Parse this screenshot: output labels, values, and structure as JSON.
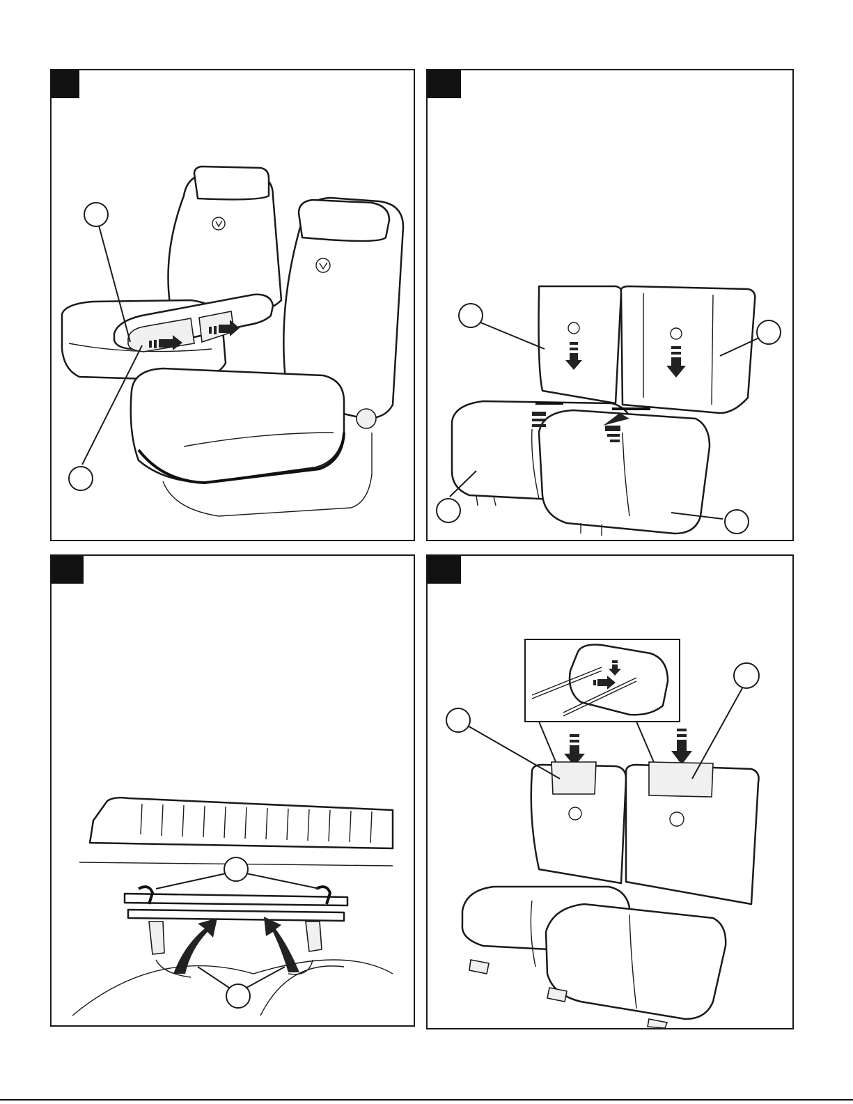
{
  "page": {
    "background": "#ffffff",
    "line_color": "#1a1a1a"
  },
  "panels": [
    {
      "id": "panel-1",
      "illustration": "armrest-cover-install",
      "callouts": 2
    },
    {
      "id": "panel-2",
      "illustration": "bench-seat-cover-install",
      "callouts": 4
    },
    {
      "id": "panel-3",
      "illustration": "under-seat-strap-hooks",
      "callouts": 2
    },
    {
      "id": "panel-4",
      "illustration": "headrest-cover-install",
      "callouts": 2
    }
  ]
}
